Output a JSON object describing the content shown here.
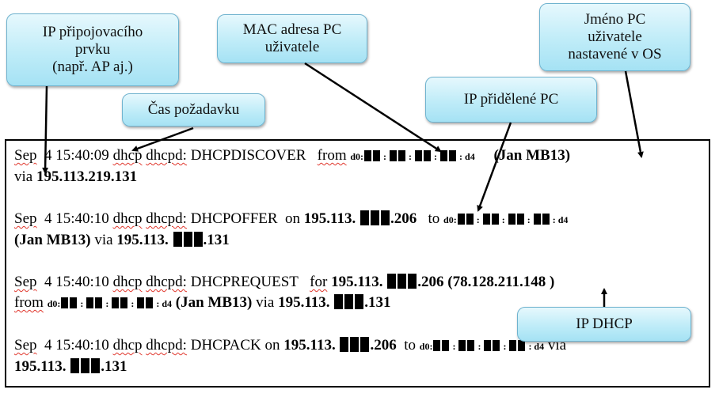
{
  "callouts": {
    "ap_ip": {
      "line1": "IP připojovacího",
      "line2": "prvku",
      "line3": "(např. AP aj.)"
    },
    "mac": {
      "line1": "MAC adresa PC",
      "line2": "uživatele"
    },
    "pc_name": {
      "line1": "Jméno PC",
      "line2": "uživatele",
      "line3": "nastavené v OS"
    },
    "time": {
      "line1": "Čas požadavku"
    },
    "assigned_ip": {
      "line1": "IP přidělené PC"
    },
    "dhcp_ip": {
      "line1": "IP DHCP"
    }
  },
  "log": {
    "entries": [
      {
        "date": "Sep",
        "day": "4",
        "time": "15:40:09",
        "host": "dhcp",
        "daemon": "dhcpd:",
        "message": "DHCPDISCOVER",
        "from_label": "from",
        "mac_prefix": "d0:",
        "mac_suffix": ": d4",
        "client_name": "(Jan MB13)",
        "via_label": "via",
        "via_ip": "195.113.219.131"
      },
      {
        "date": "Sep",
        "day": "4",
        "time": "15:40:10",
        "host": "dhcp",
        "daemon": "dhcpd:",
        "message": "DHCPOFFER",
        "on_label": "on",
        "ip_prefix": "195.113.",
        "ip_suffix": ".206",
        "to_label": "to",
        "mac_prefix": "d0:",
        "mac_suffix": ": d4",
        "client_name": "(Jan MB13)",
        "via_label": "via",
        "via_prefix": "195.113.",
        "via_suffix": ".131"
      },
      {
        "date": "Sep",
        "day": "4",
        "time": "15:40:10",
        "host": "dhcp",
        "daemon": "dhcpd:",
        "message": "DHCPREQUEST",
        "for_label": "for",
        "ip_prefix": "195.113.",
        "ip_suffix": ".206",
        "server_ip": "(78.128.211.148 )",
        "from_label": "from",
        "mac_prefix": "d0:",
        "mac_suffix": ": d4",
        "client_name": "(Jan MB13)",
        "via_label": "via",
        "via_prefix": "195.113.",
        "via_suffix": ".131"
      },
      {
        "date": "Sep",
        "day": "4",
        "time": "15:40:10",
        "host": "dhcp",
        "daemon": "dhcpd:",
        "message": "DHCPACK",
        "on_label": "on",
        "ip_prefix": "195.113.",
        "ip_suffix": ".206",
        "to_label": "to",
        "mac_prefix": "d0:",
        "mac_suffix": ": d4",
        "via_label": "via",
        "via_prefix": "195.113.",
        "via_suffix": ".131"
      }
    ],
    "mac_separator": ":"
  }
}
